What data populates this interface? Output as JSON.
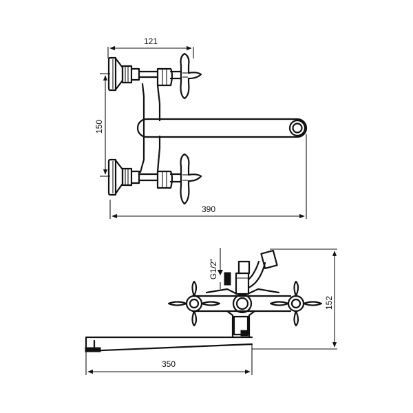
{
  "drawing": {
    "top_view": {
      "dim_width": "121",
      "dim_height": "150",
      "dim_total": "390"
    },
    "front_view": {
      "dim_thread": "G1/2\"",
      "dim_height": "152",
      "dim_spout": "350"
    }
  }
}
